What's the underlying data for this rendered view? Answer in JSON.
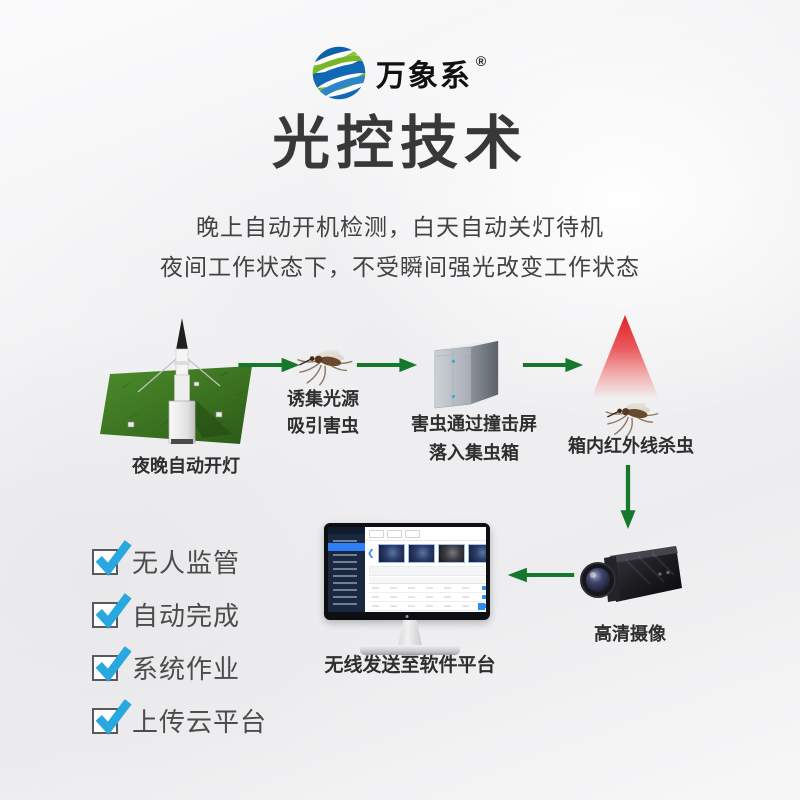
{
  "logo": {
    "brand": "万象系",
    "registered_mark": "®"
  },
  "header": {
    "title": "光控技术",
    "subtitle_line1": "晚上自动开机检测，白天自动关灯待机",
    "subtitle_line2": "夜间工作状态下，不受瞬间强光改变工作状态"
  },
  "flow": {
    "step1_label": "夜晚自动开灯",
    "step2_line1": "诱集光源",
    "step2_line2": "吸引害虫",
    "step3_line1": "害虫通过撞击屏",
    "step3_line2": "落入集虫箱",
    "step4_label": "箱内红外线杀虫",
    "step5_label": "高清摄像",
    "step6_label": "无线发送至软件平台"
  },
  "checklist": {
    "items": [
      {
        "label": "无人监管"
      },
      {
        "label": "自动完成"
      },
      {
        "label": "系统作业"
      },
      {
        "label": "上传云平台"
      }
    ]
  },
  "colors": {
    "arrow_green": "#16782c",
    "check_blue": "#29a8e0",
    "logo_blue": "#0d61aa",
    "logo_green": "#79b729",
    "triangle_red": "#e02227",
    "title_dark": "#383838",
    "screen_accent_blue": "#2d8cf0"
  }
}
